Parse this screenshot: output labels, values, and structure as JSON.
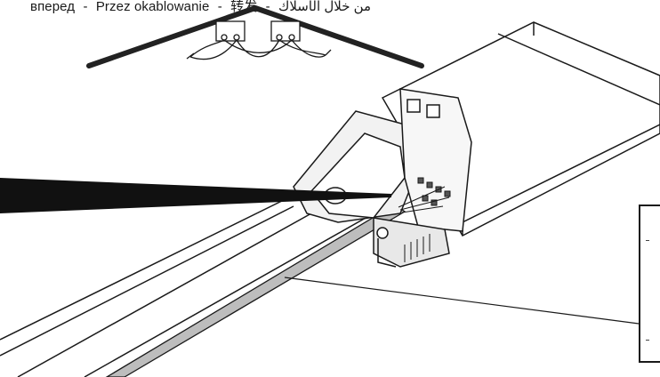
{
  "caption": {
    "parts": [
      "вперед",
      "-",
      "Przez okablowanie",
      "-",
      "转发",
      "-",
      "من خلال الأسلاك"
    ]
  },
  "icons": [
    "wiring-schematic-icon",
    "connector-block-icon",
    "ceiling-icon"
  ],
  "colors": {
    "line": "#1a1a1a",
    "cable_fill": "#bdbdbd",
    "housing_fill": "#f2f2f2",
    "roof": "#222222"
  }
}
